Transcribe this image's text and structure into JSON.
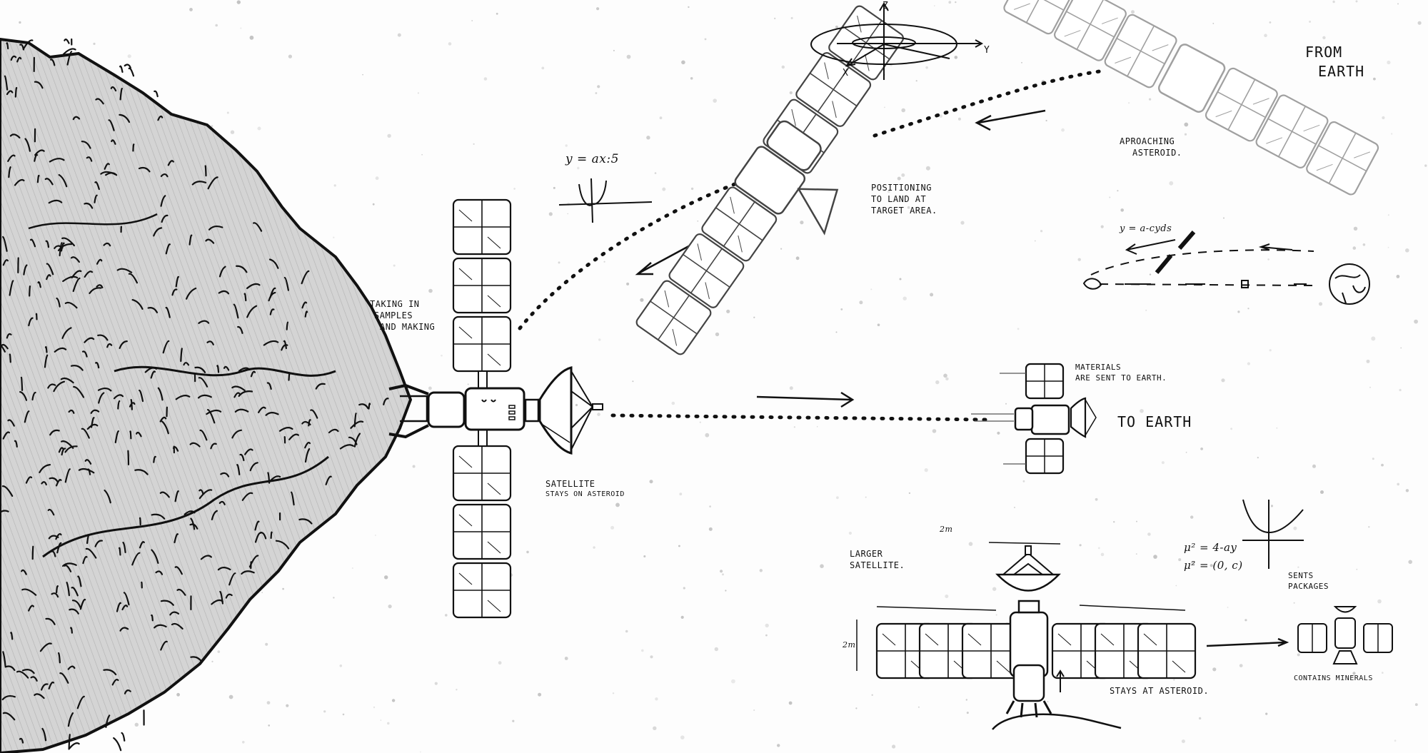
{
  "title": "Asteroid mining satellite concept sketch",
  "colors": {
    "background": "#fdfdfd",
    "ink": "#111111",
    "asteroid_fill": "#d4d4d4",
    "faded_ink": "#9a9a9a"
  },
  "annotations": {
    "from_earth": [
      "From",
      "Earth"
    ],
    "approaching": [
      "Aproaching",
      "Asteroid."
    ],
    "positioning": [
      "Positioning",
      "to land at",
      "target area."
    ],
    "y_axis_label": "y = ax:5",
    "taking_samples": [
      "Taking in",
      "samples",
      "and making"
    ],
    "satellite_stays": [
      "Satellite",
      "stays on asteroid"
    ],
    "materials_sent": [
      "Materials",
      "are sent to Earth."
    ],
    "to_earth": "To Earth",
    "larger_satellite": [
      "Larger",
      "satellite."
    ],
    "stays_at_asteroid": "Stays at asteroid.",
    "sends_packages": [
      "Sents",
      "packages"
    ],
    "contains_minerals": "Contains minerals",
    "equation_1": "μ² = 4-ay",
    "equation_2": "μ² = (0, c)",
    "trajectory_label": "y = a-cyds",
    "axis_z": "z",
    "axis_y": "Y",
    "axis_x": "X",
    "dimension_width": "2m",
    "dimension_height": "2m"
  },
  "diagrams": {
    "orbit_axes": [
      "x",
      "y",
      "z"
    ],
    "stages": [
      "Approaching asteroid",
      "Positioning to land at target area",
      "Satellite stays on asteroid taking samples",
      "Materials are sent to Earth",
      "Larger satellite stays at asteroid",
      "Sends packages containing minerals"
    ]
  }
}
